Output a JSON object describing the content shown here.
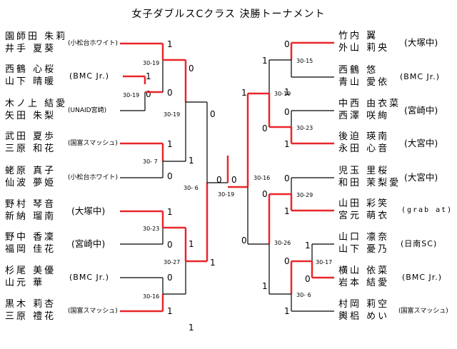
{
  "title": "女子ダブルスCクラス 決勝トーナメント",
  "left_entries": [
    {
      "p1": "園師田 朱莉",
      "p2": "井手 夏葵",
      "team": "(小松台ホワイト)",
      "team_size": "sm"
    },
    {
      "p1": "西鶴 心桜",
      "p2": "山下 晴暖",
      "team": "(BMC Jr.)",
      "team_size": "mid"
    },
    {
      "p1": "木ノ上 結愛",
      "p2": "矢田 朱梨",
      "team": "(UNAID宮崎)",
      "team_size": "sm"
    },
    {
      "p1": "武田 夏歩",
      "p2": "三原 和花",
      "team": "(国富スマッシュ)",
      "team_size": "sm"
    },
    {
      "p1": "蛯原 真子",
      "p2": "仙波 夢姫",
      "team": "(小松台ホワイト)",
      "team_size": "sm"
    },
    {
      "p1": "野村 琴音",
      "p2": "新納 瑠南",
      "team": "(大塚中)",
      "team_size": "big"
    },
    {
      "p1": "野中 香凜",
      "p2": "福岡 佳花",
      "team": "(宮崎中)",
      "team_size": "big"
    },
    {
      "p1": "杉尾 美優",
      "p2": "山元 華",
      "team": "(BMC Jr.)",
      "team_size": "mid"
    },
    {
      "p1": "黒木 莉杏",
      "p2": "三原 禮花",
      "team": "(国富スマッシュ)",
      "team_size": "sm"
    }
  ],
  "right_entries": [
    {
      "p1": "竹内 翼",
      "p2": "外山 莉央",
      "team": "(大塚中)",
      "team_size": "big"
    },
    {
      "p1": "西鶴 悠",
      "p2": "青山 愛依",
      "team": "(BMC Jr.)",
      "team_size": "mid"
    },
    {
      "p1": "中西 由衣菜",
      "p2": "西澤 咲絢",
      "team": "(宮崎中)",
      "team_size": "big"
    },
    {
      "p1": "後迫 瑛南",
      "p2": "永田 心音",
      "team": "(大宮中)",
      "team_size": "big"
    },
    {
      "p1": "児玉 里桜",
      "p2": "和田 茉梨愛",
      "team": "(大宮中)",
      "team_size": "big"
    },
    {
      "p1": "山田 彩笑",
      "p2": "宮元 萌衣",
      "team": "(grab at)",
      "team_size": "ga"
    },
    {
      "p1": "山口 凛奈",
      "p2": "山下 憂乃",
      "team": "(日南SC)",
      "team_size": "mid"
    },
    {
      "p1": "横山 依菜",
      "p2": "岩本 結愛",
      "team": "(BMC Jr.)",
      "team_size": "mid"
    },
    {
      "p1": "村岡 莉空",
      "p2": "輿梠 めい",
      "team": "(国富スマッシュ)",
      "team_size": "sm"
    }
  ],
  "scores": [
    "1",
    "0",
    "1",
    "0",
    "0",
    "1",
    "1",
    "0",
    "0",
    "1",
    "0",
    "1",
    "1",
    "0",
    "1",
    "1",
    "0",
    "0",
    "0",
    "1",
    "1",
    "0",
    "0",
    "1",
    "1",
    "0",
    "0",
    "1",
    "0",
    "1",
    "1",
    "0",
    "0",
    "1",
    "1",
    "0",
    "0",
    "1",
    "1",
    "0"
  ],
  "set_scores": [
    "30-19",
    "30-19",
    "30- 7",
    "30-19",
    "30-23",
    "30-16",
    "30-27",
    "30- 6",
    "30-19",
    "30-16",
    "30-15",
    "30-23",
    "30-19",
    "30-29",
    "30-17",
    "30- 6",
    "30-26"
  ],
  "colors": {
    "winner_line": "#e8262a",
    "loser_line": "#000000"
  }
}
